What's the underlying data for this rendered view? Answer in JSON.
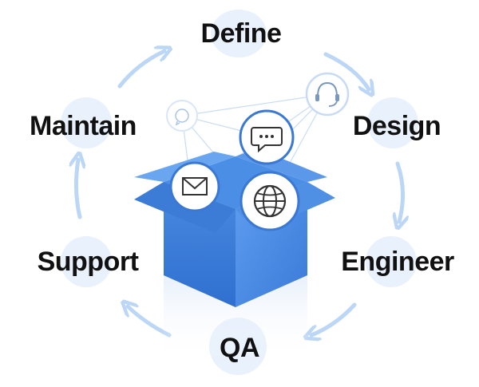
{
  "cycle": {
    "stages": [
      {
        "label": "Define"
      },
      {
        "label": "Design"
      },
      {
        "label": "Engineer"
      },
      {
        "label": "QA"
      },
      {
        "label": "Support"
      },
      {
        "label": "Maintain"
      }
    ]
  },
  "center": {
    "icons": [
      "whatsapp-icon",
      "chat-bubble-icon",
      "headset-icon",
      "envelope-icon",
      "globe-icon"
    ]
  },
  "colors": {
    "arrow": "#bcd6f6",
    "halo": "#e9f1fc",
    "box_front": "#3f7fd8",
    "box_side": "#2f68c2",
    "box_inside": "#4a8ee6",
    "icon_ring": "#3a78d4",
    "text": "#111111"
  }
}
